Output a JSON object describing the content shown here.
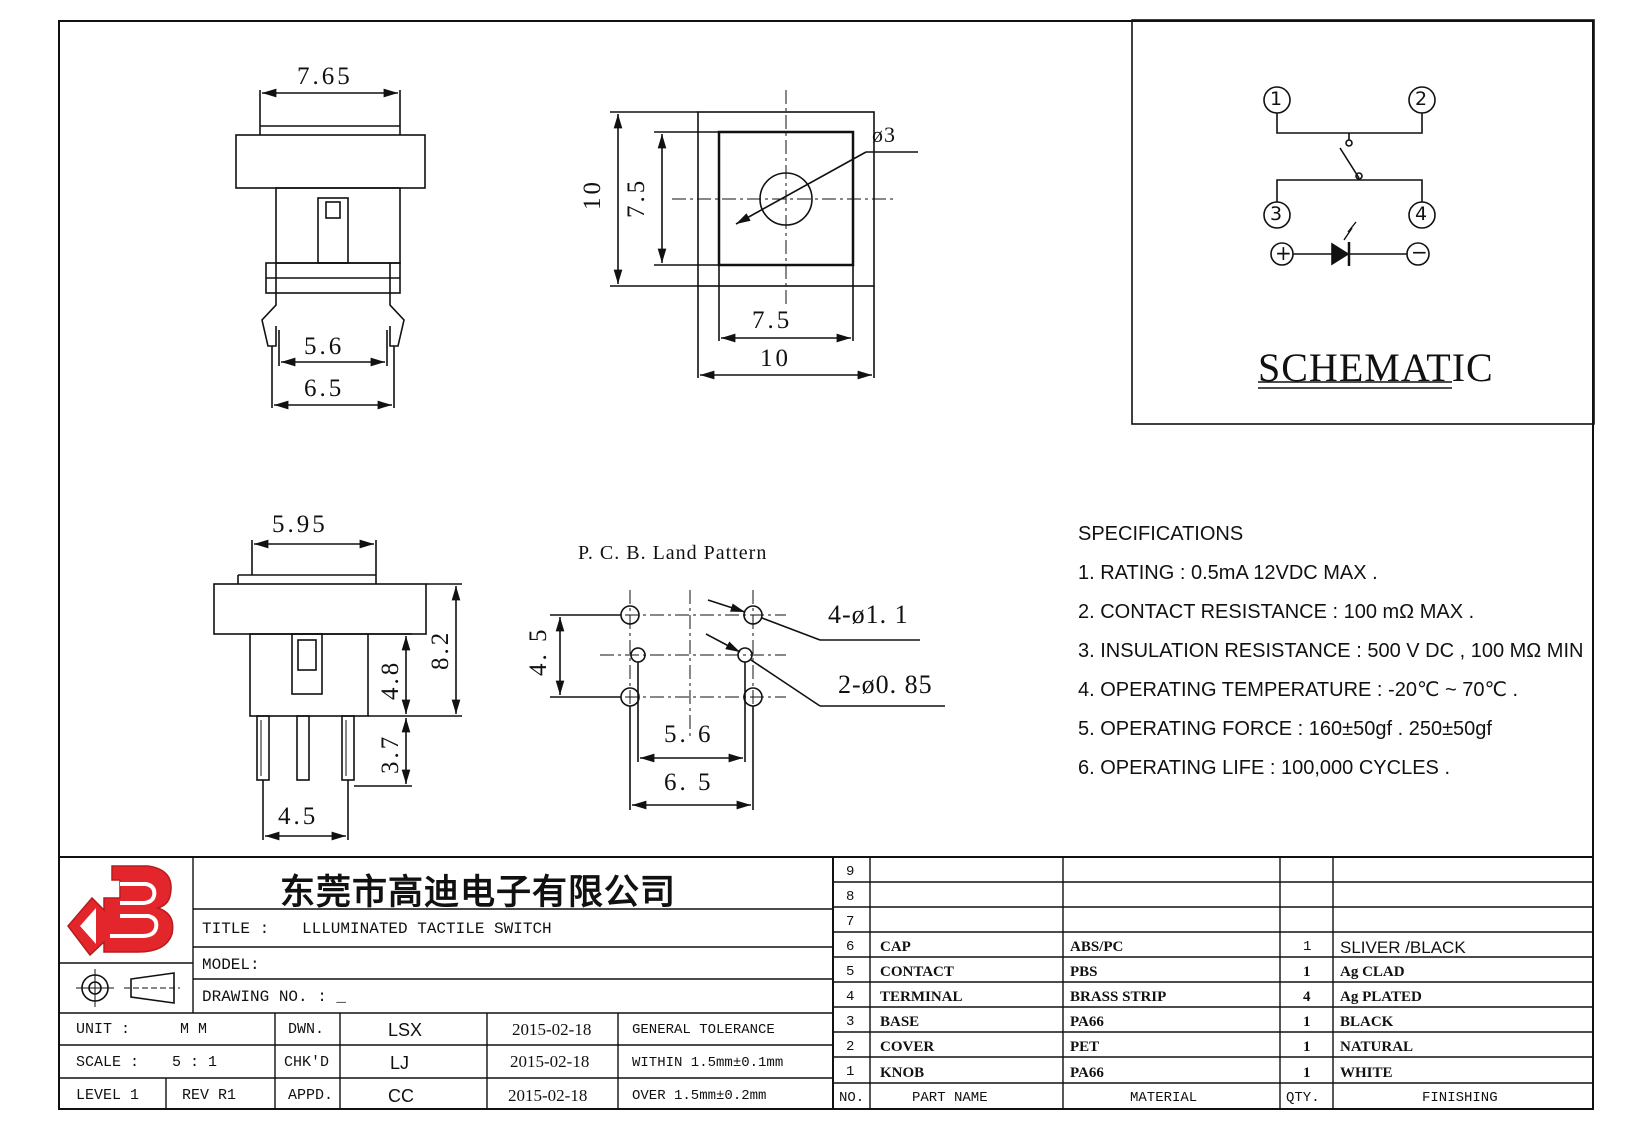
{
  "drawing": {
    "side_view": {
      "top_width": "7.65",
      "pin_inner": "5.6",
      "pin_outer": "6.5"
    },
    "top_view": {
      "outer_h": "10",
      "inner_h": "7.5",
      "hole": "ø3",
      "inner_w": "7.5",
      "outer_w": "10"
    },
    "front_view": {
      "top_width": "5.95",
      "body_h": "4.8",
      "total_h": "8.2",
      "pin_len": "3.7",
      "pin_span": "4.5"
    },
    "pcb": {
      "title": "P. C. B. Land Pattern",
      "hole_big": "4-ø1. 1",
      "hole_small": "2-ø0. 85",
      "pitch_v": "4. 5",
      "inner_w": "5. 6",
      "outer_w": "6. 5"
    }
  },
  "schematic": {
    "pins": [
      "1",
      "2",
      "3",
      "4"
    ],
    "led_plus": "+",
    "led_minus": "−",
    "title": "SCHEMATIC"
  },
  "specifications": {
    "heading": "SPECIFICATIONS",
    "items": [
      "1. RATING : 0.5mA 12VDC MAX .",
      "2. CONTACT RESISTANCE : 100 mΩ MAX .",
      "3. INSULATION RESISTANCE : 500 V DC , 100 MΩ MIN",
      "4. OPERATING TEMPERATURE : -20℃ ~ 70℃ .",
      "5. OPERATING FORCE : 160±50gf . 250±50gf",
      "6. OPERATING LIFE : 100,000 CYCLES ."
    ]
  },
  "title_block": {
    "company": "东莞市高迪电子有限公司",
    "title_label": "TITLE :",
    "title_value": "LLLUMINATED TACTILE SWITCH",
    "model_label": "MODEL:",
    "drawing_no_label": "DRAWING NO. : _",
    "unit_label": "UNIT   :",
    "unit_value": "M M",
    "scale_label": "SCALE  :",
    "scale_value": "5 : 1",
    "level_label": "LEVEL 1",
    "rev_label": "REV  R1",
    "dwn_label": "DWN.",
    "dwn_value": "LSX",
    "dwn_date": "2015-02-18",
    "chk_label": "CHK'D",
    "chk_value": "LJ",
    "chk_date": "2015-02-18",
    "appd_label": "APPD.",
    "appd_value": "CC",
    "appd_date": "2015-02-18",
    "tol_label": "GENERAL TOLERANCE",
    "tol_within": "WITHIN 1.5mm±0.1mm",
    "tol_over": "OVER   1.5mm±0.2mm"
  },
  "parts_list": {
    "header": {
      "no": "NO.",
      "name": "PART   NAME",
      "material": "MATERIAL",
      "qty": "QTY.",
      "finishing": "FINISHING"
    },
    "empty_rows": [
      "9",
      "8",
      "7"
    ],
    "rows": [
      {
        "no": "6",
        "name": "CAP",
        "material": "ABS/PC",
        "qty": "1",
        "finishing": "SLIVER /BLACK"
      },
      {
        "no": "5",
        "name": "CONTACT",
        "material": "PBS",
        "qty": "1",
        "finishing": "Ag CLAD"
      },
      {
        "no": "4",
        "name": "TERMINAL",
        "material": "BRASS STRIP",
        "qty": "4",
        "finishing": "Ag PLATED"
      },
      {
        "no": "3",
        "name": "BASE",
        "material": "PA66",
        "qty": "1",
        "finishing": "BLACK"
      },
      {
        "no": "2",
        "name": "COVER",
        "material": "PET",
        "qty": "1",
        "finishing": "NATURAL"
      },
      {
        "no": "1",
        "name": "KNOB",
        "material": "PA66",
        "qty": "1",
        "finishing": "WHITE"
      }
    ]
  },
  "colors": {
    "line": "#111111",
    "logo_red": "#e3262b",
    "page": "#ffffff"
  }
}
